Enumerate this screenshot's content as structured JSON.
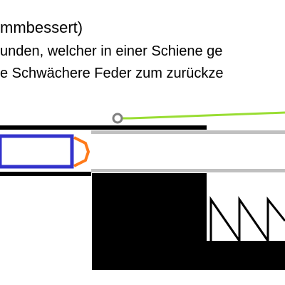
{
  "text": {
    "line1": "mmbessert)",
    "line2": "unden, welcher in einer Schiene ge",
    "line3": "e Schwächere Feder zum zurückze"
  },
  "colors": {
    "background": "#ffffff",
    "text": "#000000",
    "rail": "#000000",
    "rail_light": "#c0c0c0",
    "bolt": "#3333cc",
    "bolt_tip": "#ff7a1a",
    "wire": "#99dd33",
    "pivot": "#808080",
    "block": "#000000",
    "spring": "#000000"
  },
  "icons": {
    "pivot": "circle-pivot",
    "spring": "zigzag-spring"
  }
}
